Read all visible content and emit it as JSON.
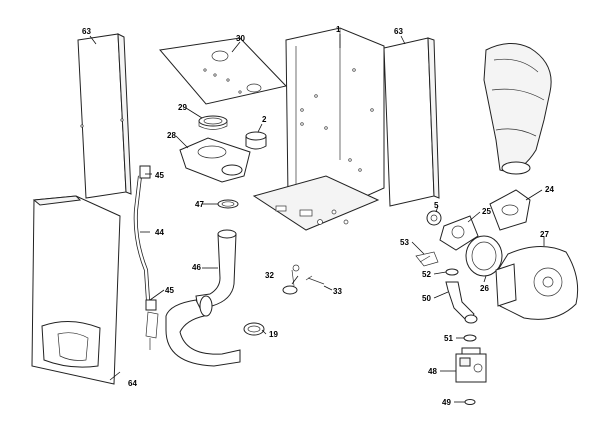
{
  "callouts": {
    "p1": "1",
    "p2": "2",
    "p5": "5",
    "p19": "19",
    "p24": "24",
    "p25": "25",
    "p26": "26",
    "p27": "27",
    "p28": "28",
    "p29": "29",
    "p30": "30",
    "p32": "32",
    "p33": "33",
    "p44": "44",
    "p45a": "45",
    "p45b": "45",
    "p46": "46",
    "p47": "47",
    "p48": "48",
    "p49": "49",
    "p50": "50",
    "p51": "51",
    "p52": "52",
    "p53": "53",
    "p63a": "63",
    "p63b": "63",
    "p64": "64"
  }
}
